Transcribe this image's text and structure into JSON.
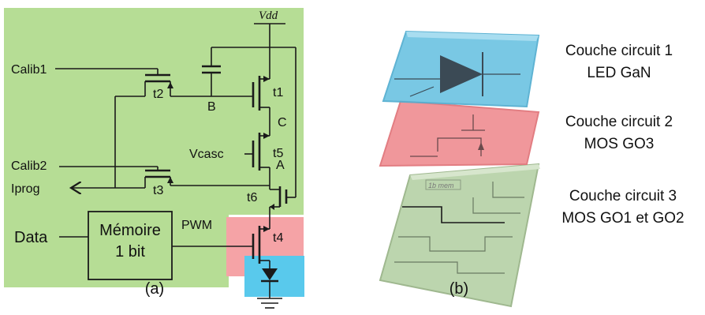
{
  "panel_a": {
    "caption": "(a)",
    "labels": {
      "vdd": "Vdd",
      "calib1": "Calib1",
      "calib2": "Calib2",
      "iprog": "Iprog",
      "data": "Data",
      "pwm": "PWM",
      "vcasc": "Vcasc",
      "node_b": "B",
      "node_c": "C",
      "node_a": "A"
    },
    "memory_block": {
      "line1": "Mémoire",
      "line2": "1 bit"
    },
    "transistors": [
      "t1",
      "t2",
      "t3",
      "t4",
      "t5",
      "t6"
    ],
    "colors": {
      "green_region": "#b6dd95",
      "red_region": "#f5a3a6",
      "blue_region": "#59c9ec"
    }
  },
  "panel_b": {
    "caption": "(b)",
    "inner_label": "1b mem",
    "layers": [
      {
        "line1": "Couche circuit 1",
        "line2": "LED GaN",
        "color": "#6fc4e2"
      },
      {
        "line1": "Couche circuit 2",
        "line2": "MOS GO3",
        "color": "#ef8f93"
      },
      {
        "line1": "Couche circuit 3",
        "line2": "MOS GO1 et GO2",
        "color": "#bcd5ae"
      }
    ]
  }
}
